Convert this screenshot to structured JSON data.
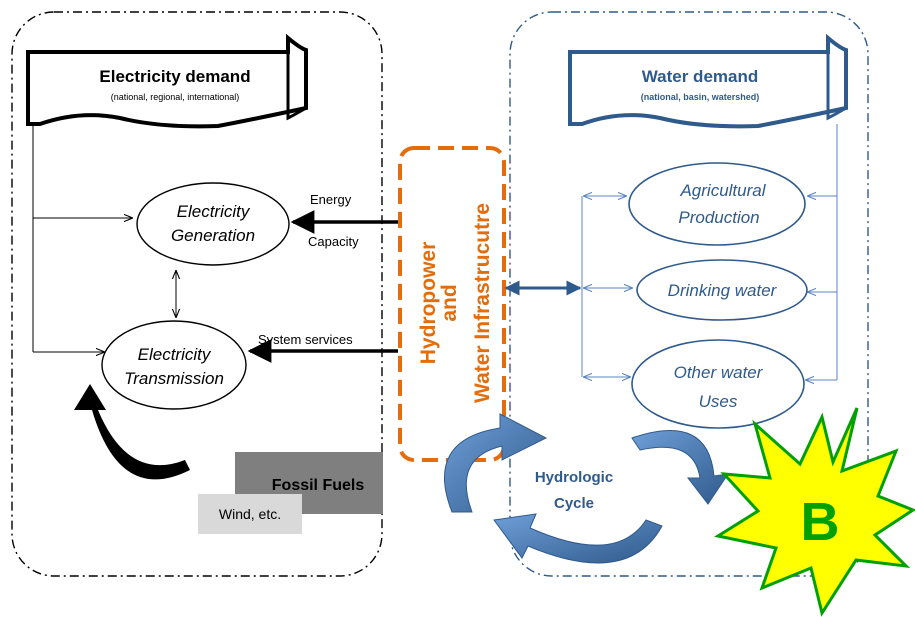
{
  "electricity": {
    "demand_title": "Electricity demand",
    "demand_sub": "(national, regional, international)",
    "generation_line1": "Electricity",
    "generation_line2": "Generation",
    "transmission_line1": "Electricity",
    "transmission_line2": "Transmission",
    "energy_label": "Energy",
    "capacity_label": "Capacity",
    "system_services_label": "System  services",
    "fossil_fuels": "Fossil Fuels",
    "wind": "Wind, etc."
  },
  "hydro": {
    "line1": "Hydropower",
    "line2": "and",
    "line3": "Water Infrastrucutre"
  },
  "water": {
    "demand_title": "Water demand",
    "demand_sub": "(national, basin, watershed)",
    "agri_line1": "Agricultural",
    "agri_line2": "Production",
    "drinking": "Drinking water",
    "other_line1": "Other water",
    "other_line2": "Uses",
    "hydrologic_line1": "Hydrologic",
    "hydrologic_line2": "Cycle"
  },
  "badge": {
    "letter": "B"
  },
  "colors": {
    "black": "#000000",
    "blue": "#2f5a8c",
    "light_blue": "#5b84c4",
    "orange": "#e46c0a",
    "fossil_gray": "#7f7f7f",
    "wind_gray": "#d9d9d9",
    "star_fill": "#ffff00",
    "star_stroke": "#00a000",
    "badge_text": "#00a000"
  }
}
